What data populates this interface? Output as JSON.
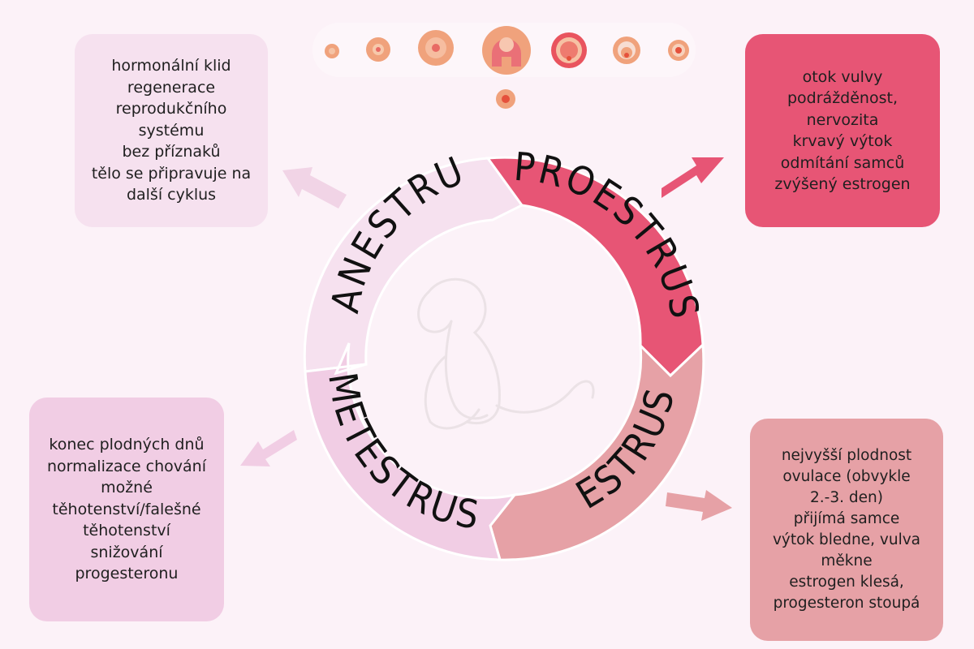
{
  "phases": {
    "anestrus": {
      "label": "ANESTRUS",
      "color": "#f6e1ef",
      "lines": [
        "hormonální klid",
        "regenerace",
        "reprodukčního",
        "systému",
        "bez příznaků",
        "tělo se připravuje na",
        "další cyklus"
      ]
    },
    "proestrus": {
      "label": "PROESTRUS",
      "color": "#e75575",
      "lines": [
        "otok vulvy",
        "podrážděnost,",
        "nervozita",
        "krvavý výtok",
        "odmítání samců",
        "zvýšený estrogen"
      ]
    },
    "estrus": {
      "label": "ESTRUS",
      "color": "#e6a1a6",
      "lines": [
        "nejvyšší plodnost",
        "ovulace (obvykle",
        "2.-3. den)",
        "přijímá samce",
        "výtok bledne, vulva",
        "měkne",
        "estrogen klesá,",
        "progesteron stoupá"
      ]
    },
    "metestrus": {
      "label": "METESTRUS",
      "color": "#f1cde4",
      "lines": [
        "konec plodných dnů",
        "normalizace chování",
        "možné",
        "těhotenství/falešné",
        "těhotenství",
        "snižování",
        "progesteronu"
      ]
    }
  }
}
